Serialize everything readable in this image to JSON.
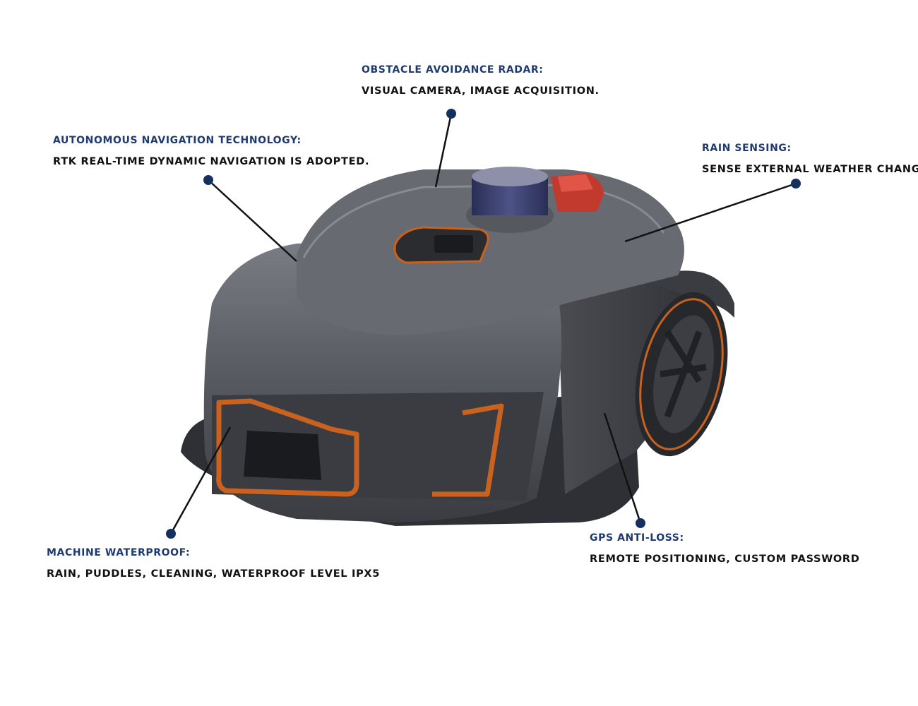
{
  "colors": {
    "title": "#1f3a6e",
    "dot": "#14305f",
    "body": "#4a4c52",
    "accent": "#c9621f",
    "sensor": "#3a3f6a",
    "button": "#c23a2e"
  },
  "callouts": {
    "radar": {
      "title": "OBSTACLE AVOIDANCE RADAR:",
      "desc": "VISUAL CAMERA, IMAGE ACQUISITION."
    },
    "navigation": {
      "title": "AUTONOMOUS NAVIGATION TECHNOLOGY:",
      "desc": "RTK REAL-TIME DYNAMIC NAVIGATION IS ADOPTED."
    },
    "rain": {
      "title": "RAIN SENSING:",
      "desc": "SENSE EXTERNAL WEATHER CHANGES"
    },
    "waterproof": {
      "title": "MACHINE WATERPROOF:",
      "desc": "RAIN, PUDDLES, CLEANING, WATERPROOF LEVEL IPX5"
    },
    "gps": {
      "title": "GPS ANTI-LOSS:",
      "desc": "REMOTE POSITIONING, CUSTOM PASSWORD"
    }
  }
}
